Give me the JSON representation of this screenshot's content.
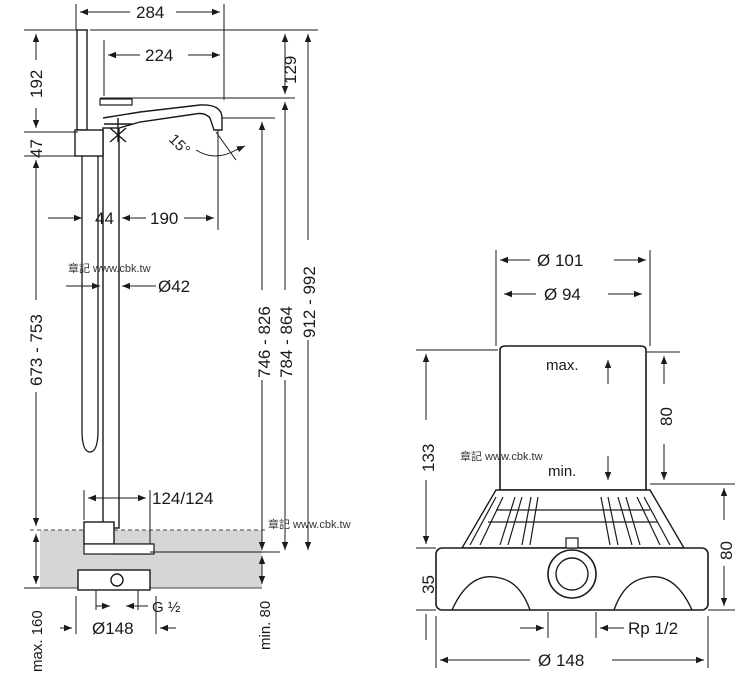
{
  "watermark": "章記 www.cbk.tw",
  "left_view": {
    "dims": {
      "w284": "284",
      "w224": "224",
      "h192": "192",
      "h47": "47",
      "h129": "129",
      "angle15": "15°",
      "d44": "44",
      "d190": "190",
      "d42": "Ø42",
      "h673": "673 - 753",
      "h746": "746 - 826",
      "h784": "784 - 864",
      "h912": "912 - 992",
      "d124": "124/124",
      "max160": "max. 160",
      "min80": "min. 80",
      "g12": "G ½",
      "d148": "Ø148"
    }
  },
  "right_view": {
    "dims": {
      "d101": "Ø 101",
      "d94": "Ø 94",
      "max": "max.",
      "min": "min.",
      "h80a": "80",
      "h133": "133",
      "h80b": "80",
      "h35": "35",
      "rp12": "Rp 1/2",
      "d148": "Ø 148"
    }
  }
}
